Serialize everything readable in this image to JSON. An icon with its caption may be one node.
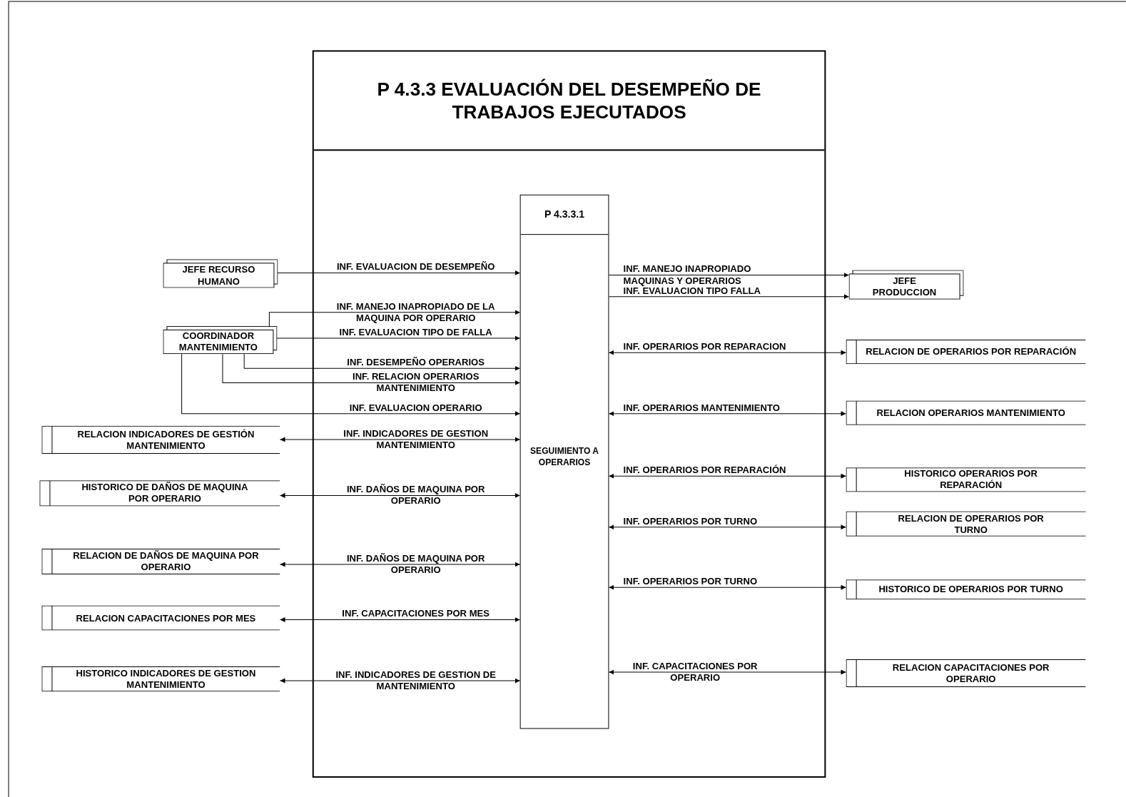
{
  "diagram": {
    "nodes": [
      {
        "text": [
          "P 4.3.3 EVALUACIÓN DEL DESEMPEÑO DE TRABAJOS EJECUTADOS"
        ]
      },
      {
        "text": [
          "P 4.3.3.1",
          "SEGUIMIENTO A OPERARIOS"
        ],
        "in": 0
      },
      {
        "text": [
          "JEFE RECURSO HUMANO"
        ]
      },
      {
        "text": [
          "COORDINADOR MANTENIMIENTO"
        ]
      },
      {
        "text": [
          "JEFE PRODUCCION"
        ]
      },
      {
        "text": [
          "RELACION INDICADORES DE GESTIÓN MANTENIMIENTO"
        ]
      },
      {
        "text": [
          "HISTORICO DE DAÑOS DE MAQUINA POR OPERARIO"
        ]
      },
      {
        "text": [
          "RELACION DE DAÑOS DE MAQUINA POR OPERARIO"
        ]
      },
      {
        "text": [
          "RELACION CAPACITACIONES POR MES"
        ]
      },
      {
        "text": [
          "HISTORICO INDICADORES DE GESTION MANTENIMIENTO"
        ]
      },
      {
        "text": [
          "RELACION DE OPERARIOS POR REPARACIÓN"
        ]
      },
      {
        "text": [
          "RELACION OPERARIOS MANTENIMIENTO"
        ]
      },
      {
        "text": [
          "HISTORICO OPERARIOS POR REPARACIÓN"
        ]
      },
      {
        "text": [
          "RELACION DE OPERARIOS POR TURNO"
        ]
      },
      {
        "text": [
          "HISTORICO DE OPERARIOS POR TURNO"
        ]
      },
      {
        "text": [
          "RELACION CAPACITACIONES POR OPERARIO"
        ]
      }
    ],
    "edges": [
      {
        "from": 2,
        "to": 1,
        "arrow": "to",
        "label": "INF. EVALUACION DE DESEMPEÑO"
      },
      {
        "from": 3,
        "to": 1,
        "arrow": "to",
        "label": "INF. MANEJO INAPROPIADO DE LA MAQUINA POR OPERARIO"
      },
      {
        "from": 3,
        "to": 1,
        "arrow": "to",
        "label": "INF. EVALUACION TIPO DE FALLA"
      },
      {
        "from": 3,
        "to": 1,
        "arrow": "to",
        "label": "INF. DESEMPEÑO OPERARIOS"
      },
      {
        "from": 3,
        "to": 1,
        "arrow": "to",
        "label": "INF. RELACION OPERARIOS MANTENIMIENTO"
      },
      {
        "from": 3,
        "to": 1,
        "arrow": "to",
        "label": "INF. EVALUACION OPERARIO"
      },
      {
        "from": 5,
        "to": 1,
        "arrow": "both",
        "label": "INF. INDICADORES DE GESTION MANTENIMIENTO"
      },
      {
        "from": 6,
        "to": 1,
        "arrow": "both",
        "label": "INF. DAÑOS DE MAQUINA POR OPERARIO"
      },
      {
        "from": 7,
        "to": 1,
        "arrow": "both",
        "label": "INF. DAÑOS DE MAQUINA POR OPERARIO"
      },
      {
        "from": 8,
        "to": 1,
        "arrow": "both",
        "label": "INF. CAPACITACIONES POR MES"
      },
      {
        "from": 9,
        "to": 1,
        "arrow": "both",
        "label": "INF. INDICADORES DE GESTION DE MANTENIMIENTO"
      },
      {
        "from": 1,
        "to": 4,
        "arrow": "to",
        "label": "INF. MANEJO INAPROPIADO MAQUINAS Y OPERARIOS"
      },
      {
        "from": 1,
        "to": 4,
        "arrow": "to",
        "label": "INF. EVALUACION TIPO FALLA"
      },
      {
        "from": 1,
        "to": 10,
        "arrow": "both",
        "label": "INF. OPERARIOS POR REPARACION"
      },
      {
        "from": 1,
        "to": 11,
        "arrow": "both",
        "label": "INF. OPERARIOS MANTENIMIENTO"
      },
      {
        "from": 1,
        "to": 12,
        "arrow": "both",
        "label": "INF. OPERARIOS POR REPARACIÓN"
      },
      {
        "from": 1,
        "to": 13,
        "arrow": "both",
        "label": "INF. OPERARIOS POR TURNO"
      },
      {
        "from": 1,
        "to": 14,
        "arrow": "both",
        "label": "INF. OPERARIOS POR TURNO"
      },
      {
        "from": 1,
        "to": 15,
        "arrow": "both",
        "label": "INF. CAPACITACIONES POR OPERARIO"
      }
    ]
  }
}
